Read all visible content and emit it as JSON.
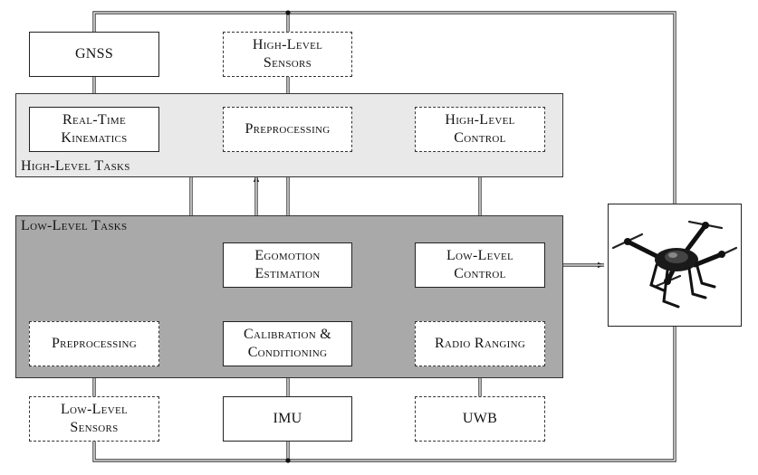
{
  "regions": {
    "high_level": "High-Level Tasks",
    "low_level": "Low-Level Tasks"
  },
  "nodes": {
    "gnss": "GNSS",
    "high_level_sensors": [
      "High-Level",
      "Sensors"
    ],
    "real_time_kinematics": [
      "Real-Time",
      "Kinematics"
    ],
    "preprocessing_high": "Preprocessing",
    "high_level_control": [
      "High-Level",
      "Control"
    ],
    "egomotion_estimation": [
      "Egomotion",
      "Estimation"
    ],
    "low_level_control": [
      "Low-Level",
      "Control"
    ],
    "preprocessing_low": "Preprocessing",
    "calibration_conditioning": [
      "Calibration &",
      "Conditioning"
    ],
    "radio_ranging": "Radio Ranging",
    "low_level_sensors": [
      "Low-Level",
      "Sensors"
    ],
    "imu": "IMU",
    "uwb": "UWB"
  },
  "drone_icon": "quadcopter-drone-icon",
  "colors": {
    "high_region_fill": "#e9e9e9",
    "low_region_fill": "#a9a9a9",
    "box_fill": "#ffffff",
    "line": "#222222"
  }
}
